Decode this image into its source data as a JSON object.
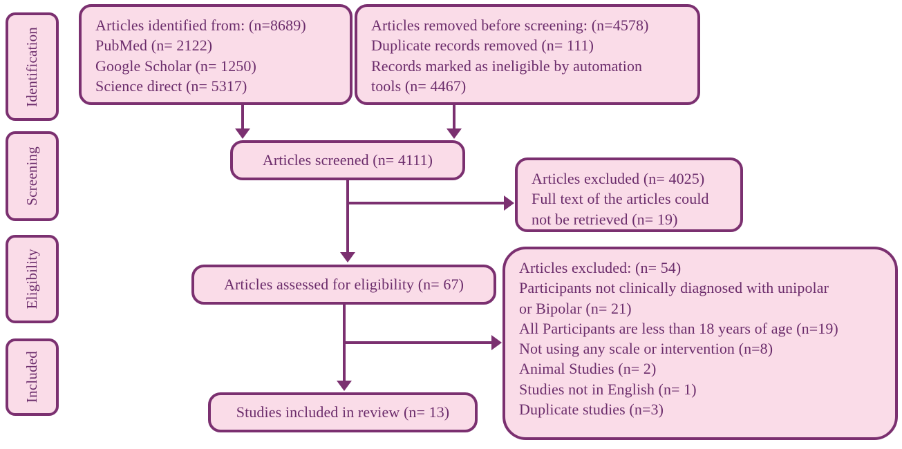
{
  "diagram": {
    "title": "PRISMA flow diagram",
    "colors": {
      "box_fill": "#fadce8",
      "box_border": "#7b3070",
      "text": "#6b2c6b",
      "connector": "#7b3070",
      "background": "#ffffff"
    }
  },
  "stages": [
    {
      "label": "Identification"
    },
    {
      "label": "Screening"
    },
    {
      "label": "Eligibility"
    },
    {
      "label": "Included"
    }
  ],
  "boxes": {
    "identified": {
      "text": "Articles identified from: (n=8689)\nPubMed (n= 2122)\nGoogle Scholar (n= 1250)\nScience direct (n= 5317)"
    },
    "removed_before_screening": {
      "text": "Articles removed before screening: (n=4578)\nDuplicate records removed (n= 111)\nRecords marked as ineligible by automation\ntools (n= 4467)"
    },
    "screened": {
      "text": "Articles screened (n= 4111)"
    },
    "excluded_screening": {
      "text": "Articles excluded (n= 4025)\nFull text of the articles could\nnot be retrieved (n= 19)"
    },
    "eligibility": {
      "text": "Articles assessed for eligibility (n= 67)"
    },
    "excluded_eligibility": {
      "text": "Articles excluded: (n= 54)\nParticipants not clinically diagnosed with unipolar\nor Bipolar (n= 21)\nAll Participants are less than 18 years of age (n=19)\nNot using any scale or intervention (n=8)\nAnimal Studies (n= 2)\nStudies not in English (n= 1)\nDuplicate studies (n=3)"
    },
    "included": {
      "text": "Studies included in review (n= 13)"
    }
  },
  "chart_data": {
    "type": "diagram",
    "title": "PRISMA flow diagram",
    "nodes": [
      {
        "id": "identified",
        "stage": "Identification",
        "label": "Articles identified from",
        "n": 8689,
        "sources": [
          {
            "name": "PubMed",
            "n": 2122
          },
          {
            "name": "Google Scholar",
            "n": 1250
          },
          {
            "name": "Science direct",
            "n": 5317
          }
        ]
      },
      {
        "id": "removed_before_screening",
        "stage": "Identification",
        "label": "Articles removed before screening",
        "n": 4578,
        "reasons": [
          {
            "name": "Duplicate records removed",
            "n": 111
          },
          {
            "name": "Records marked as ineligible by automation tools",
            "n": 4467
          }
        ]
      },
      {
        "id": "screened",
        "stage": "Screening",
        "label": "Articles screened",
        "n": 4111
      },
      {
        "id": "excluded_screening",
        "stage": "Screening",
        "label": "Articles excluded",
        "n": 4025,
        "reasons": [
          {
            "name": "Full text of the articles could not be retrieved",
            "n": 19
          }
        ]
      },
      {
        "id": "eligibility",
        "stage": "Eligibility",
        "label": "Articles assessed for eligibility",
        "n": 67
      },
      {
        "id": "excluded_eligibility",
        "stage": "Eligibility",
        "label": "Articles excluded",
        "n": 54,
        "reasons": [
          {
            "name": "Participants not clinically diagnosed with unipolar or Bipolar",
            "n": 21
          },
          {
            "name": "All Participants are less than 18 years of age",
            "n": 19
          },
          {
            "name": "Not using any scale or intervention",
            "n": 8
          },
          {
            "name": "Animal Studies",
            "n": 2
          },
          {
            "name": "Studies not in English",
            "n": 1
          },
          {
            "name": "Duplicate studies",
            "n": 3
          }
        ]
      },
      {
        "id": "included",
        "stage": "Included",
        "label": "Studies included in review",
        "n": 13
      }
    ],
    "edges": [
      {
        "from": "identified",
        "to": "screened"
      },
      {
        "from": "removed_before_screening",
        "to": "screened"
      },
      {
        "from": "screened",
        "to": "excluded_screening"
      },
      {
        "from": "screened",
        "to": "eligibility"
      },
      {
        "from": "eligibility",
        "to": "excluded_eligibility"
      },
      {
        "from": "eligibility",
        "to": "included"
      }
    ]
  }
}
